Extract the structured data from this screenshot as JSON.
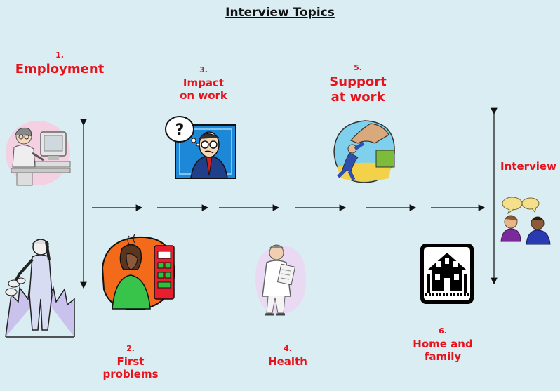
{
  "title": "Interview Topics",
  "topics": [
    {
      "number": "1.",
      "label": "Employment"
    },
    {
      "number": "2.",
      "label_line1": "First",
      "label_line2": "problems"
    },
    {
      "number": "3.",
      "label_line1": "Impact",
      "label_line2": "on work"
    },
    {
      "number": "4.",
      "label": "Health"
    },
    {
      "number": "5.",
      "label_line1": "Support",
      "label_line2": "at work"
    },
    {
      "number": "6.",
      "label_line1": "Home and",
      "label_line2": "family"
    }
  ],
  "end_label": "Interview",
  "colors": {
    "background": "#d9edf3",
    "label": "#e8121c",
    "arrow": "#111111"
  },
  "icons": [
    "office-worker-at-computer-icon",
    "factory-worker-icon",
    "stressed-woman-icon",
    "confused-businessman-icon",
    "doctor-with-clipboard-icon",
    "helping-hand-icon",
    "house-icon",
    "people-talking-icon"
  ]
}
